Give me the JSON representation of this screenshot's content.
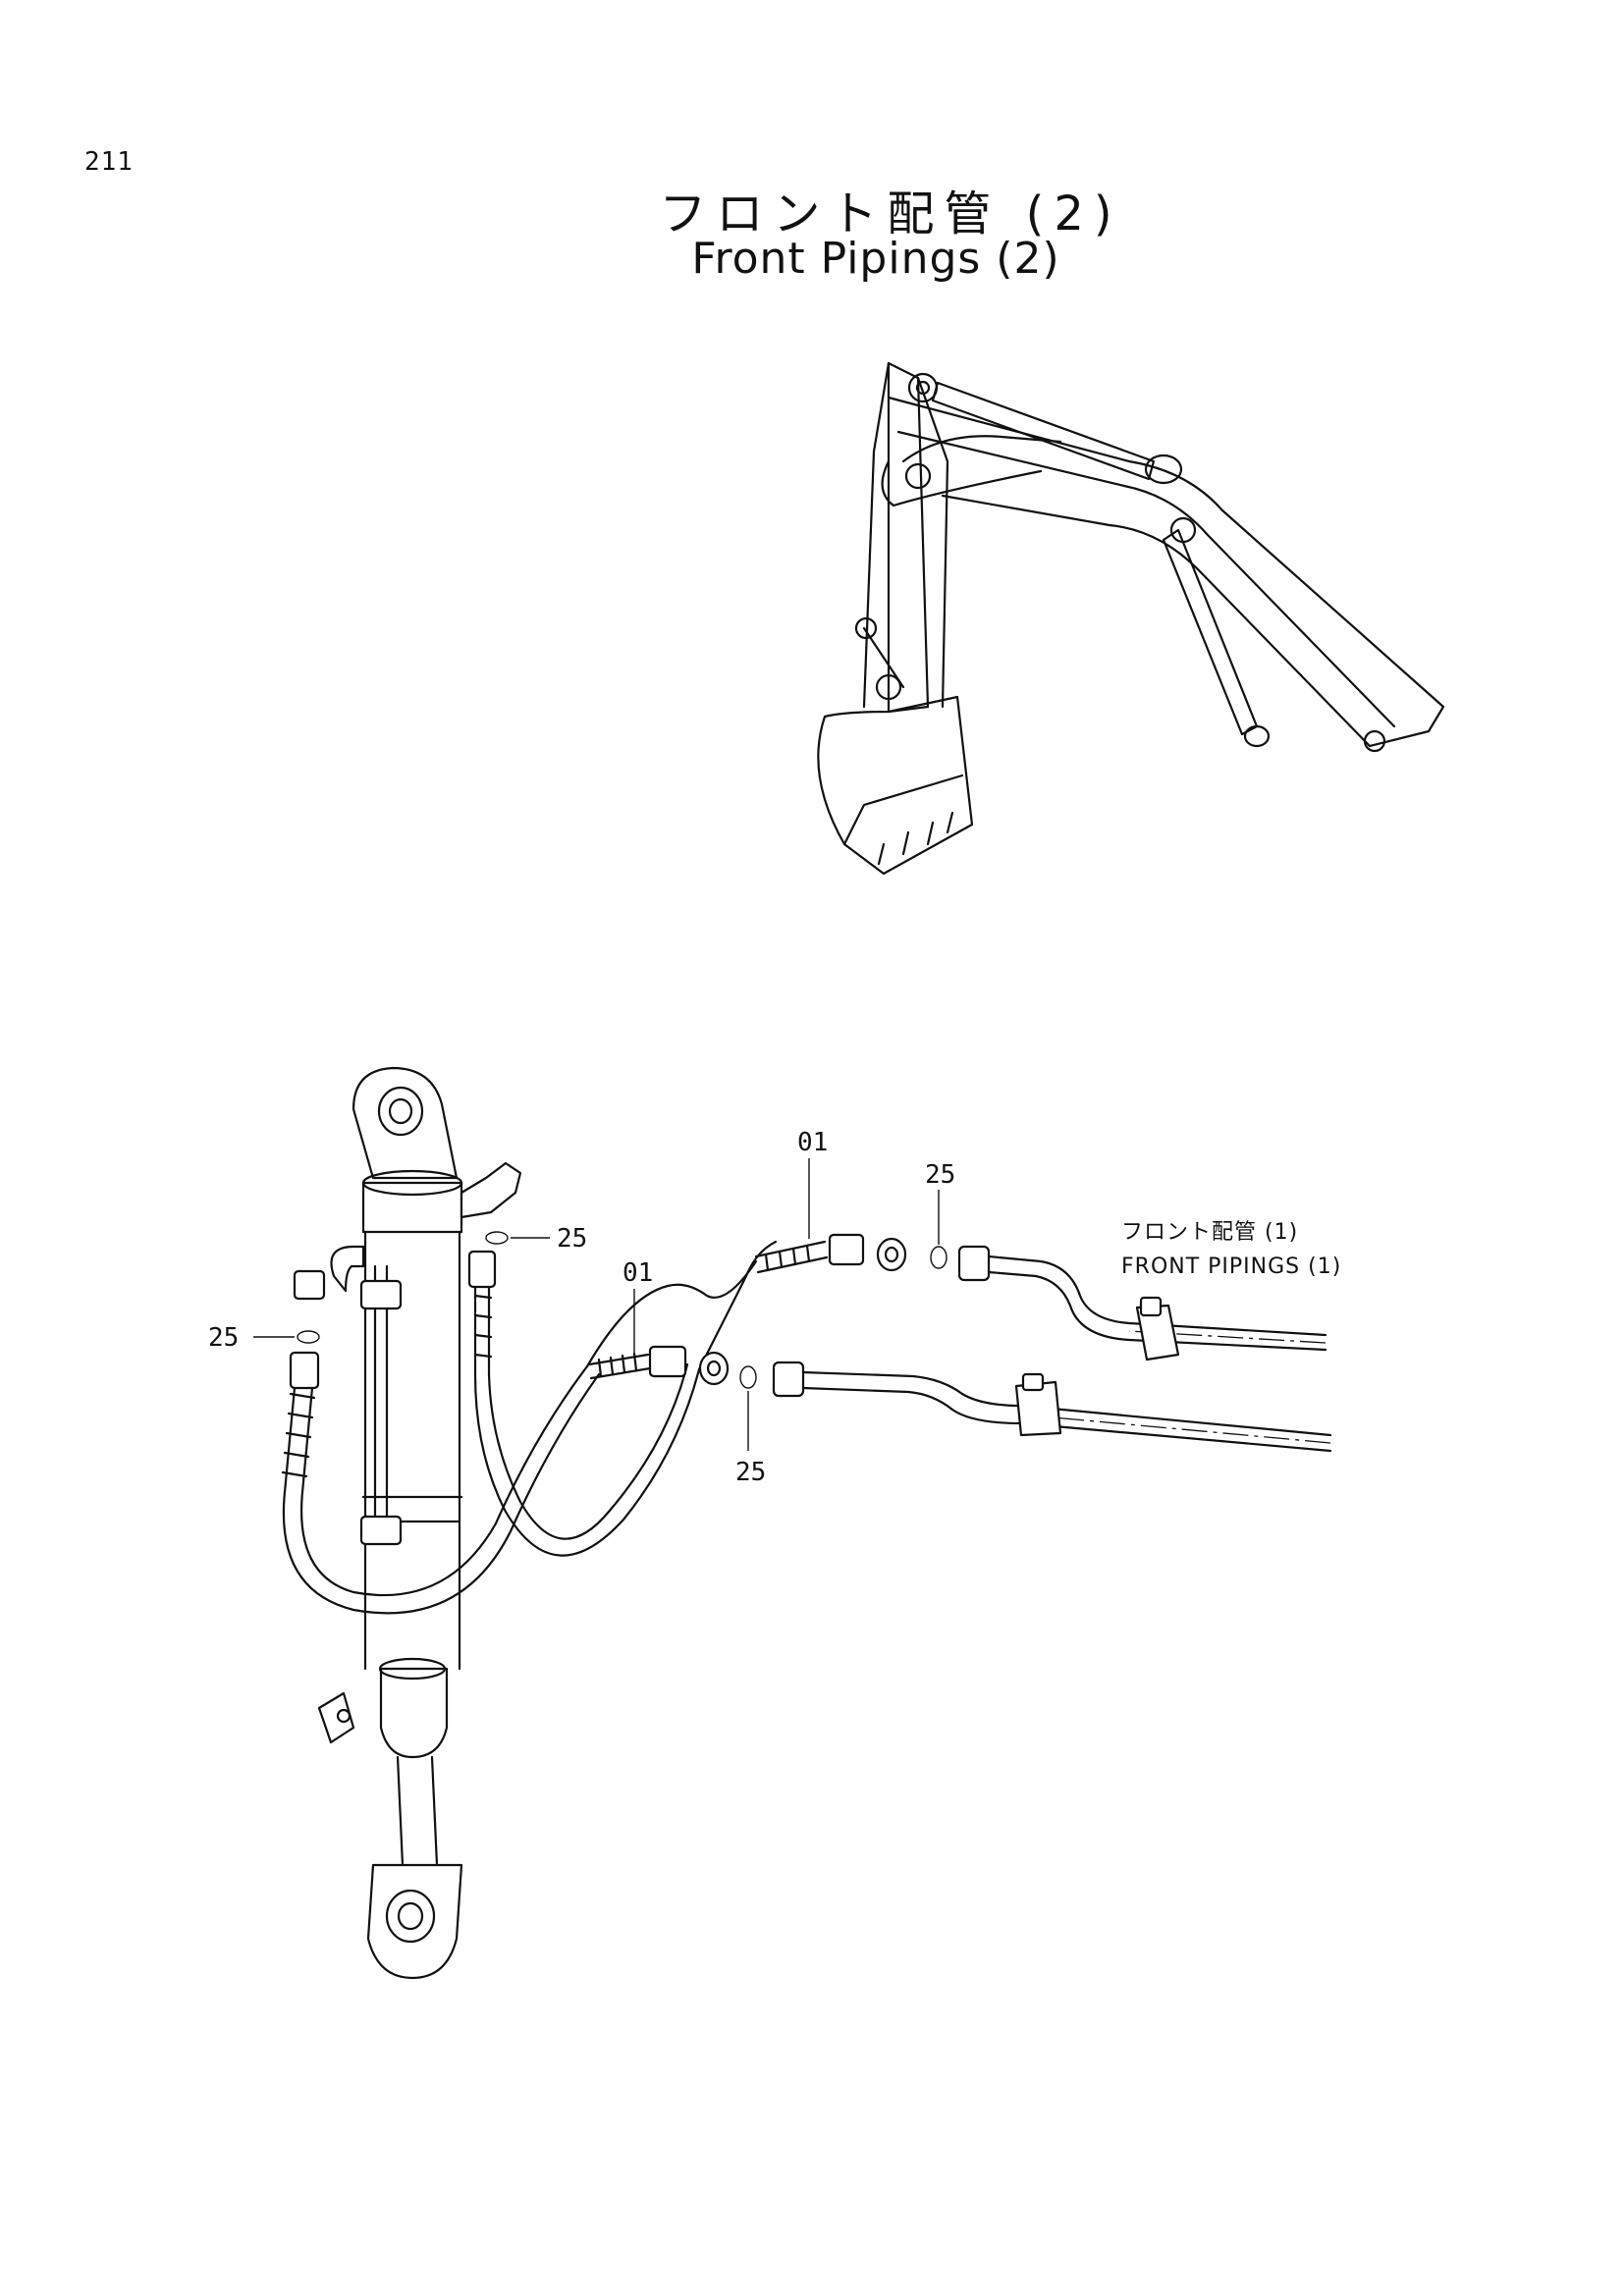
{
  "page_number": "211",
  "title_jp": "フロント配管 (2)",
  "title_en": "Front Pipings (2)",
  "callouts": {
    "c01_upper": "01",
    "c01_lower": "01",
    "c25_top": "25",
    "c25_upper_ring": "25",
    "c25_left": "25",
    "c25_lower": "25"
  },
  "reference": {
    "jp": "フロント配管 (1)",
    "en": "FRONT PIPINGS (1)"
  }
}
